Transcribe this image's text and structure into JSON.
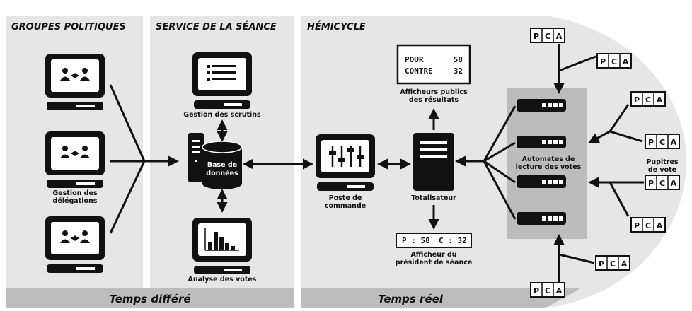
{
  "sections": {
    "groupes": "GROUPES POLITIQUES",
    "service": "SERVICE DE LA SÉANCE",
    "hemicycle": "HÉMICYCLE"
  },
  "footer": {
    "differe": "Temps différé",
    "reel": "Temps réel"
  },
  "labels": {
    "gestion_delegations_1": "Gestion des",
    "gestion_delegations_2": "délégations",
    "gestion_scrutins": "Gestion des scrutins",
    "base_1": "Base de",
    "base_2": "données",
    "analyse_votes": "Analyse des votes",
    "poste_1": "Poste de",
    "poste_2": "commande",
    "totalisateur": "Totalisateur",
    "afficheurs_publics_1": "Afficheurs publics",
    "afficheurs_publics_2": "des résultats",
    "afficheur_president_1": "Afficheur du",
    "afficheur_president_2": "président de séance",
    "automates_1": "Automates de",
    "automates_2": "lecture des votes",
    "pupitres_1": "Pupitres",
    "pupitres_2": "de vote"
  },
  "public_display": {
    "pour_label": "POUR",
    "pour_value": "58",
    "contre_label": "CONTRE",
    "contre_value": "32"
  },
  "president_display": {
    "p_text": "P : 58",
    "c_text": "C : 32"
  },
  "pupitre": {
    "p": "P",
    "c": "C",
    "a": "A"
  },
  "colors": {
    "panel": "#e6e6e6",
    "footer_band": "#bdbdbd",
    "automates_box": "#bcbcbc",
    "ink": "#111111"
  }
}
